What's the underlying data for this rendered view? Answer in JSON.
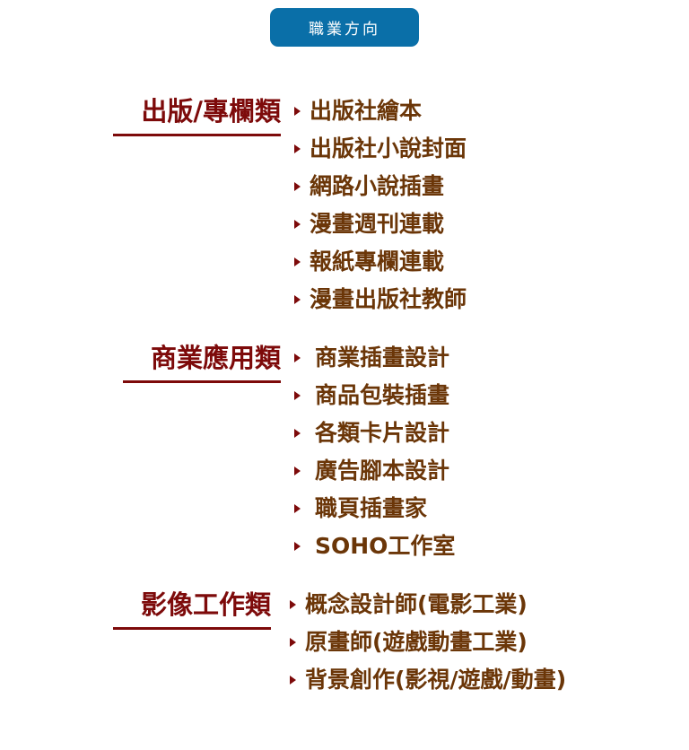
{
  "header": {
    "button_label": "職業方向",
    "color": "#0a6fa8"
  },
  "sections": [
    {
      "title": "出版/專欄類",
      "items": [
        "出版社繪本",
        "出版社小說封面",
        "網路小說插畫",
        "漫畫週刊連載",
        "報紙專欄連載",
        "漫畫出版社教師"
      ]
    },
    {
      "title": "商業應用類",
      "items": [
        "商業插畫設計",
        "商品包裝插畫",
        "各類卡片設計",
        "廣告腳本設計",
        "職頁插畫家",
        "SOHO工作室"
      ]
    },
    {
      "title": "影像工作類",
      "items": [
        "概念設計師(電影工業)",
        "原畫師(遊戲動畫工業)",
        "背景創作(影視/遊戲/動畫)"
      ]
    }
  ]
}
